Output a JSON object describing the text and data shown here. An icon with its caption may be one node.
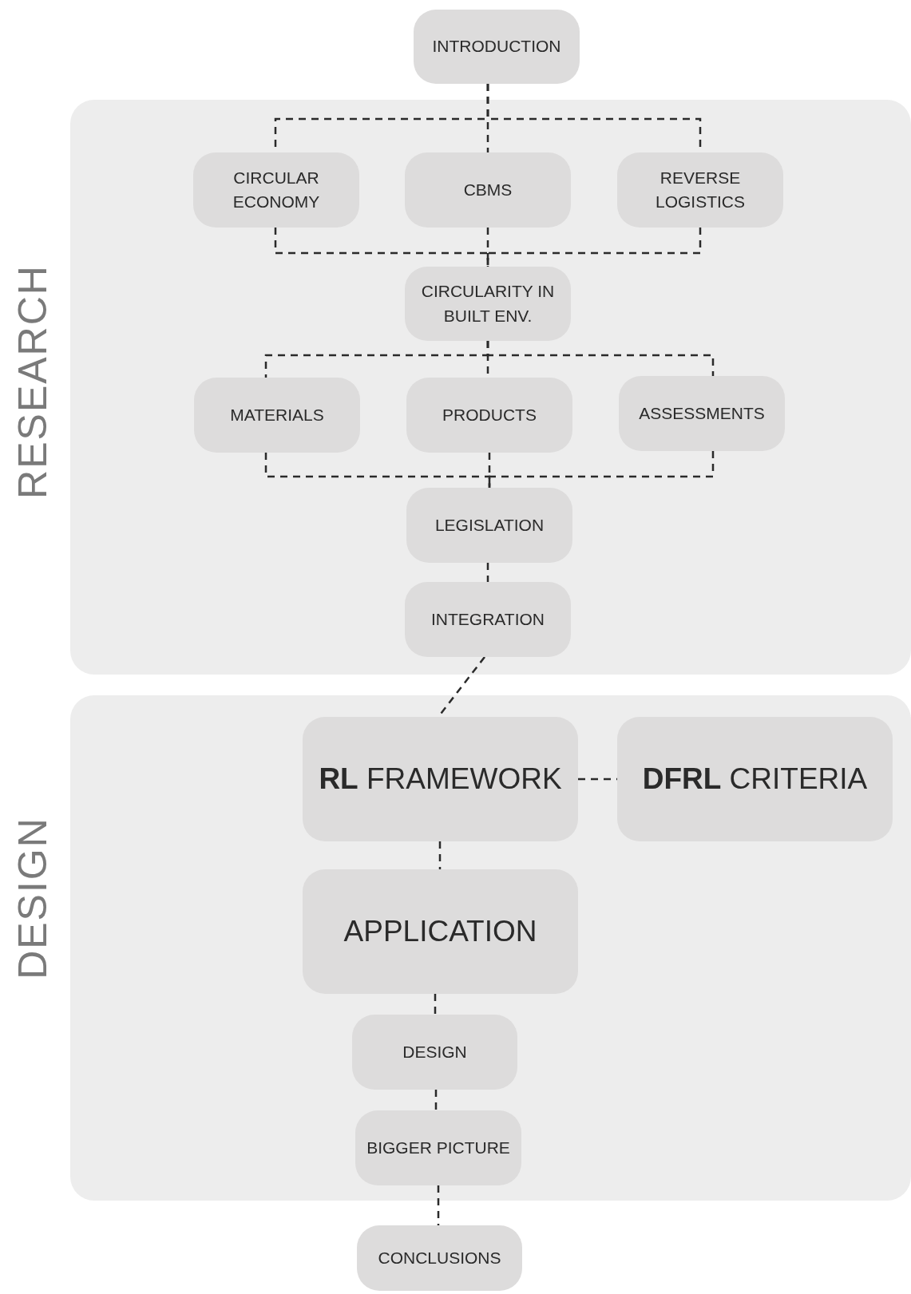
{
  "diagram": {
    "nodes": [
      {
        "text": [
          "INTRODUCTION"
        ]
      },
      {
        "text": [
          "RESEARCH"
        ]
      },
      {
        "text": [
          "CIRCULAR ECONOMY"
        ],
        "in": 1
      },
      {
        "text": [
          "CBMS"
        ],
        "in": 1
      },
      {
        "text": [
          "REVERSE LOGISTICS"
        ],
        "in": 1
      },
      {
        "text": [
          "CIRCULARITY IN BUILT ENV."
        ],
        "in": 1
      },
      {
        "text": [
          "MATERIALS"
        ],
        "in": 1
      },
      {
        "text": [
          "PRODUCTS"
        ],
        "in": 1
      },
      {
        "text": [
          "ASSESSMENTS"
        ],
        "in": 1
      },
      {
        "text": [
          "LEGISLATION"
        ],
        "in": 1
      },
      {
        "text": [
          "INTEGRATION"
        ],
        "in": 1
      },
      {
        "text": [
          "DESIGN"
        ]
      },
      {
        "text": [
          "**RL** FRAMEWORK"
        ],
        "in": 11
      },
      {
        "text": [
          "**DFRL** CRITERIA"
        ],
        "in": 11
      },
      {
        "text": [
          "APPLICATION"
        ],
        "in": 11
      },
      {
        "text": [
          "DESIGN"
        ],
        "in": 11
      },
      {
        "text": [
          "BIGGER PICTURE"
        ],
        "in": 11
      },
      {
        "text": [
          "CONCLUSIONS"
        ]
      }
    ],
    "edges": [
      {
        "from": 0,
        "to": 2,
        "arrow": "none",
        "style": "dashed"
      },
      {
        "from": 0,
        "to": 3,
        "arrow": "none",
        "style": "dashed"
      },
      {
        "from": 0,
        "to": 4,
        "arrow": "none",
        "style": "dashed"
      },
      {
        "from": 2,
        "to": 5,
        "arrow": "none",
        "style": "dashed"
      },
      {
        "from": 3,
        "to": 5,
        "arrow": "none",
        "style": "dashed"
      },
      {
        "from": 4,
        "to": 5,
        "arrow": "none",
        "style": "dashed"
      },
      {
        "from": 5,
        "to": 6,
        "arrow": "none",
        "style": "dashed"
      },
      {
        "from": 5,
        "to": 7,
        "arrow": "none",
        "style": "dashed"
      },
      {
        "from": 5,
        "to": 8,
        "arrow": "none",
        "style": "dashed"
      },
      {
        "from": 6,
        "to": 9,
        "arrow": "none",
        "style": "dashed"
      },
      {
        "from": 7,
        "to": 9,
        "arrow": "none",
        "style": "dashed"
      },
      {
        "from": 8,
        "to": 9,
        "arrow": "none",
        "style": "dashed"
      },
      {
        "from": 9,
        "to": 10,
        "arrow": "none",
        "style": "dashed"
      },
      {
        "from": 10,
        "to": 12,
        "arrow": "none",
        "style": "dashed"
      },
      {
        "from": 12,
        "to": 13,
        "arrow": "none",
        "style": "dashed"
      },
      {
        "from": 12,
        "to": 14,
        "arrow": "none",
        "style": "dashed"
      },
      {
        "from": 14,
        "to": 15,
        "arrow": "none",
        "style": "dashed"
      },
      {
        "from": 15,
        "to": 16,
        "arrow": "none",
        "style": "dashed"
      },
      {
        "from": 16,
        "to": 17,
        "arrow": "none",
        "style": "dashed"
      }
    ]
  }
}
